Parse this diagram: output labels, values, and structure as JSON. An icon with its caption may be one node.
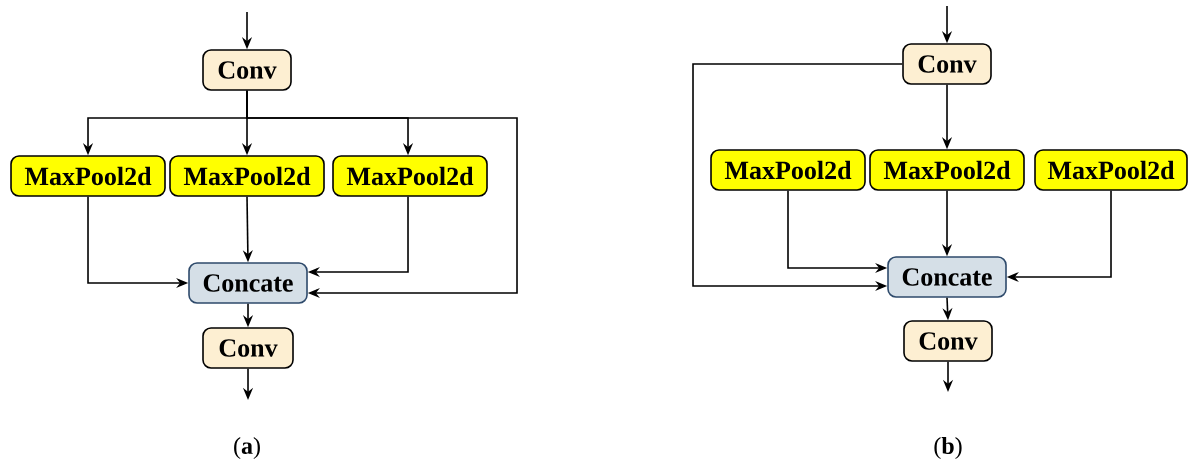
{
  "diagram": {
    "nodes": [
      {
        "text": [
          "Conv"
        ]
      },
      {
        "text": [
          "MaxPool2d"
        ]
      },
      {
        "text": [
          "MaxPool2d"
        ]
      },
      {
        "text": [
          "MaxPool2d"
        ]
      },
      {
        "text": [
          "Concate"
        ]
      },
      {
        "text": [
          "Conv"
        ]
      },
      {
        "text": [
          "Conv"
        ]
      },
      {
        "text": [
          "MaxPool2d"
        ]
      },
      {
        "text": [
          "MaxPool2d"
        ]
      },
      {
        "text": [
          "MaxPool2d"
        ]
      },
      {
        "text": [
          "Concate"
        ]
      },
      {
        "text": [
          "Conv"
        ]
      }
    ],
    "edges": [
      {
        "from": null,
        "to": 0,
        "arrow": "to"
      },
      {
        "from": 0,
        "to": 1,
        "arrow": "to"
      },
      {
        "from": 0,
        "to": 2,
        "arrow": "to"
      },
      {
        "from": 0,
        "to": 3,
        "arrow": "to"
      },
      {
        "from": 0,
        "to": 4,
        "arrow": "to"
      },
      {
        "from": 1,
        "to": 4,
        "arrow": "to"
      },
      {
        "from": 2,
        "to": 4,
        "arrow": "to"
      },
      {
        "from": 3,
        "to": 4,
        "arrow": "to"
      },
      {
        "from": 4,
        "to": 5,
        "arrow": "to"
      },
      {
        "from": 5,
        "to": null,
        "arrow": "to"
      },
      {
        "from": null,
        "to": 6,
        "arrow": "to"
      },
      {
        "from": 6,
        "to": 8,
        "arrow": "to"
      },
      {
        "from": 6,
        "to": 10,
        "arrow": "to"
      },
      {
        "from": 7,
        "to": 10,
        "arrow": "to"
      },
      {
        "from": 8,
        "to": 10,
        "arrow": "to"
      },
      {
        "from": 9,
        "to": 10,
        "arrow": "to"
      },
      {
        "from": 10,
        "to": 11,
        "arrow": "to"
      },
      {
        "from": 11,
        "to": null,
        "arrow": "to"
      }
    ],
    "labels": [
      "(**a**)",
      "(**b**)"
    ]
  }
}
